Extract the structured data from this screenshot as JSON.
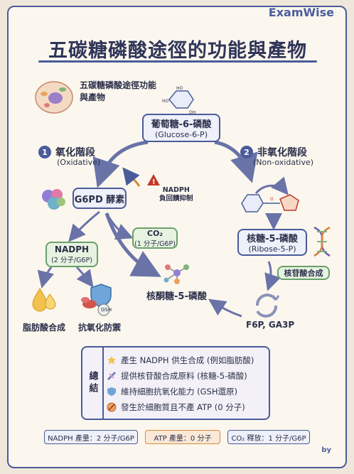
{
  "brand": "ExamWise",
  "title": "五碳糖磷酸途徑的功能與產物",
  "cell_caption": "五碳糖磷酸途徑功能與產物",
  "start": {
    "name": "葡萄糖-6-磷酸",
    "code": "(Glucose-6-P)"
  },
  "oxidative": {
    "num": "1",
    "name": "氧化階段",
    "en": "(Oxidative)"
  },
  "non_oxidative": {
    "num": "2",
    "name": "非氧化階段",
    "en": "(Non-oxidative)"
  },
  "enzyme": "G6PD 酵素",
  "inhibition": {
    "line1": "NADPH",
    "line2": "負回饋抑制"
  },
  "co2": {
    "name": "CO₂",
    "qty": "(1 分子/G6P)"
  },
  "nadph": {
    "name": "NADPH",
    "qty": "(2 分子/G6P)"
  },
  "ribulose": "核酮糖-5-磷酸",
  "ribose": {
    "name": "核糖-5-磷酸",
    "code": "(Ribose-5-P)"
  },
  "nucleotide": "核苷酸合成",
  "glycolysis_products": "F6P, GA3P",
  "fatty_acid": "脂肪酸合成",
  "antioxidant": "抗氧化防禦",
  "gsh": "GSH",
  "summary": {
    "tag": "總結",
    "items": [
      "產生 NADPH 供生合成 (例如脂肪酸)",
      "提供核苷酸合成原料 (核糖-5-磷酸)",
      "維持細胞抗氧化能力 (GSH還原)",
      "發生於細胞質且不產 ATP (0 分子)"
    ]
  },
  "pills": {
    "nadph": "NADPH 產量：2 分子/G6P",
    "atp": "ATP 產量：0 分子",
    "co2": "CO₂ 釋放：1 分子/G6P"
  },
  "by": "by",
  "colors": {
    "accent": "#4b5b9a",
    "green": "#6aa06a",
    "orange": "#d98a3a",
    "red": "#c0392b"
  },
  "icons": [
    "cell-icon",
    "glucose-ring-icon",
    "protein-icon",
    "warning-icon",
    "ribose-ring-icon",
    "dna-icon",
    "molecule-icon",
    "oil-drop-icon",
    "shield-icon",
    "cycle-icon",
    "star-icon",
    "dna-small-icon",
    "shield-small-icon",
    "no-atp-icon"
  ]
}
